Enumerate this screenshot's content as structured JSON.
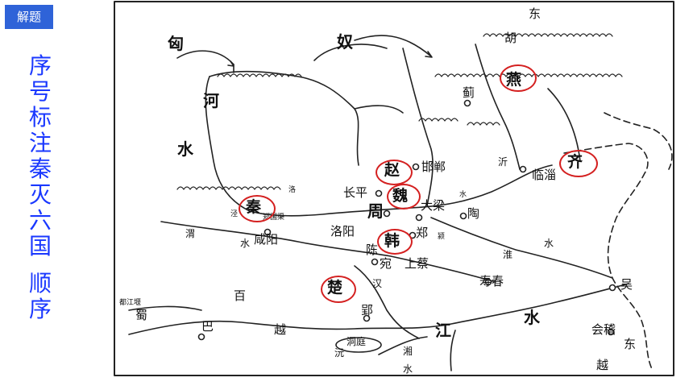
{
  "badge": "解题",
  "vertical_title": [
    "序",
    "号",
    "标",
    "注",
    "秦",
    "灭",
    "六",
    "国",
    "",
    "顺",
    "序"
  ],
  "map": {
    "xiongnu_1": "匈",
    "xiongnu_2": "奴",
    "donghu_1": "东",
    "donghu_2": "胡",
    "he": "河",
    "shui": "水",
    "yan": "燕",
    "ji": "蓟",
    "zhao": "赵",
    "handan": "邯郸",
    "qi": "齐",
    "linzi": "临淄",
    "zi_river": "沂",
    "changping": "长平",
    "wei_state": "魏",
    "daliang": "大梁",
    "zhou": "周",
    "tao": "陶",
    "qin": "秦",
    "xianyang": "咸阳",
    "wei_river": "渭",
    "wei_shui": "水",
    "luoyang": "洛阳",
    "han": "韩",
    "zheng": "郑",
    "chen": "陈",
    "wan": "宛",
    "shangcai": "上蔡",
    "huai": "淮",
    "huai_shui": "水",
    "shouchun": "寿春",
    "wu": "吴",
    "chu": "楚",
    "ying": "郢",
    "han_river": "汉",
    "jiang": "江",
    "jiang_shui": "水",
    "dongting": "洞庭",
    "yuan": "沅",
    "xiang": "湘",
    "xiang_shui": "水",
    "ba": "巴",
    "shu": "蜀",
    "dujiangyan": "都江堰",
    "baiyue_1": "百",
    "baiyue_2": "越",
    "kuaiji": "会稽",
    "dong_sea": "东",
    "yue_sea": "越",
    "wei_shui_small": "水",
    "ying_shui": "颍",
    "zhengguo": "郑国渠",
    "luo": "洛",
    "jing": "泾"
  }
}
